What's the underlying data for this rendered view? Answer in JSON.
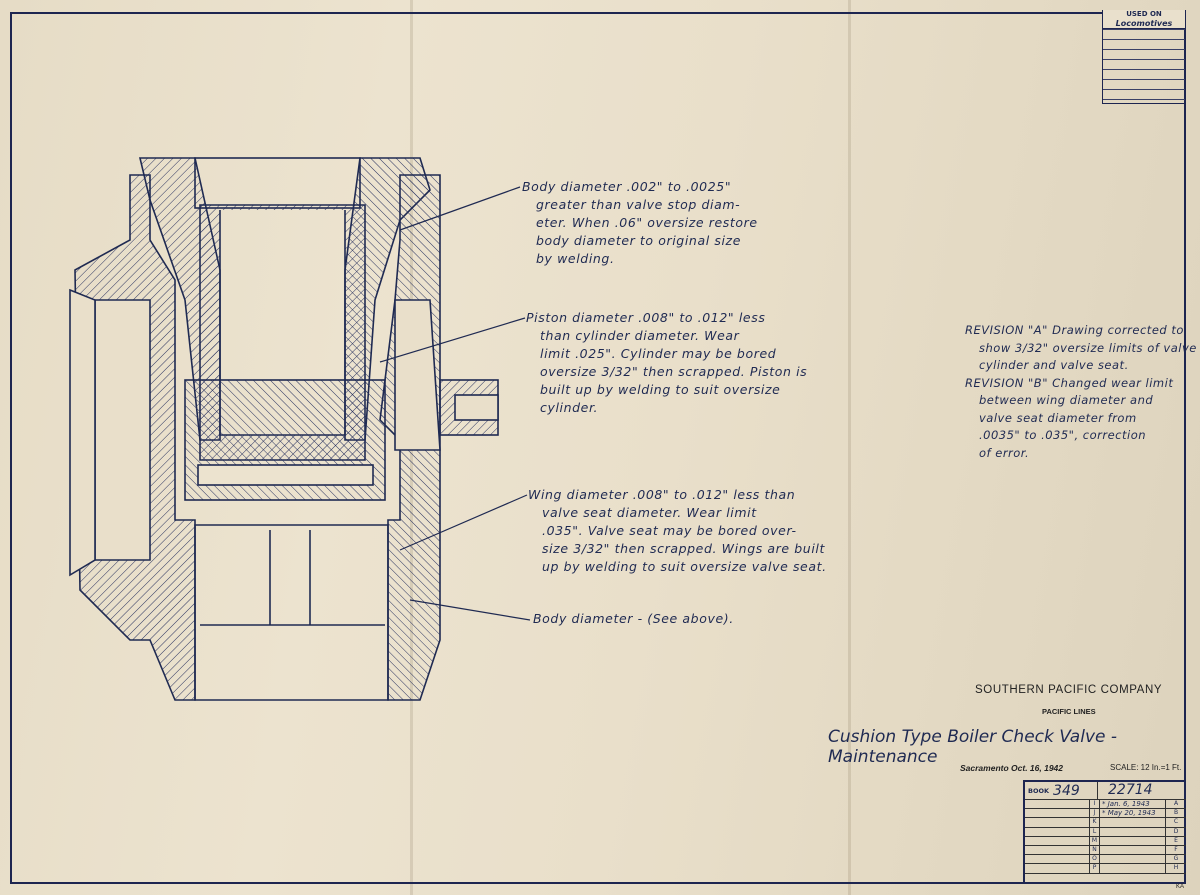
{
  "used_on": {
    "header": "USED ON",
    "value": "Locomotives"
  },
  "notes": [
    {
      "lines": [
        "Body diameter .002\" to .0025\"",
        "greater than valve stop diam-",
        "eter. When .06\" oversize restore",
        "body diameter to original size",
        "by welding."
      ]
    },
    {
      "lines": [
        "Piston diameter .008\" to .012\" less",
        "than cylinder diameter. Wear",
        "limit .025\". Cylinder may be bored",
        "oversize 3/32\" then scrapped. Piston is",
        "built up by welding to suit oversize",
        "cylinder."
      ]
    },
    {
      "lines": [
        "Wing diameter .008\" to .012\" less than",
        "valve seat diameter. Wear limit",
        ".035\". Valve seat may be bored over-",
        "size 3/32\" then scrapped. Wings are built",
        "up by welding to suit oversize valve seat."
      ]
    },
    {
      "lines": [
        "Body diameter - (See above)."
      ]
    }
  ],
  "revisions": [
    "REVISION \"A\" Drawing corrected to",
    "show 3/32\" oversize limits of valve",
    "cylinder and valve seat.",
    "REVISION \"B\" Changed wear limit",
    "between wing diameter and",
    "valve seat diameter from",
    ".0035\" to .035\", correction",
    "of error."
  ],
  "title_block": {
    "company": "SOUTHERN PACIFIC COMPANY",
    "lines": "PACIFIC LINES",
    "title": "Cushion Type Boiler Check Valve - Maintenance",
    "place_date": "Sacramento Oct. 16, 1942",
    "scale": "SCALE: 12 In.=1 Ft.",
    "book_label": "BOOK",
    "book": "349",
    "drawing_number": "22714",
    "revision_rows": [
      {
        "letter": "I",
        "date": "* Jan. 6, 1943",
        "rev": "A"
      },
      {
        "letter": "J",
        "date": "* May 20, 1943",
        "rev": "B"
      },
      {
        "letter": "K",
        "date": "",
        "rev": "C"
      },
      {
        "letter": "L",
        "date": "",
        "rev": "D"
      },
      {
        "letter": "M",
        "date": "",
        "rev": "E"
      },
      {
        "letter": "N",
        "date": "",
        "rev": "F"
      },
      {
        "letter": "O",
        "date": "",
        "rev": "G"
      },
      {
        "letter": "P",
        "date": "",
        "rev": "H"
      }
    ],
    "initials": "KA"
  }
}
